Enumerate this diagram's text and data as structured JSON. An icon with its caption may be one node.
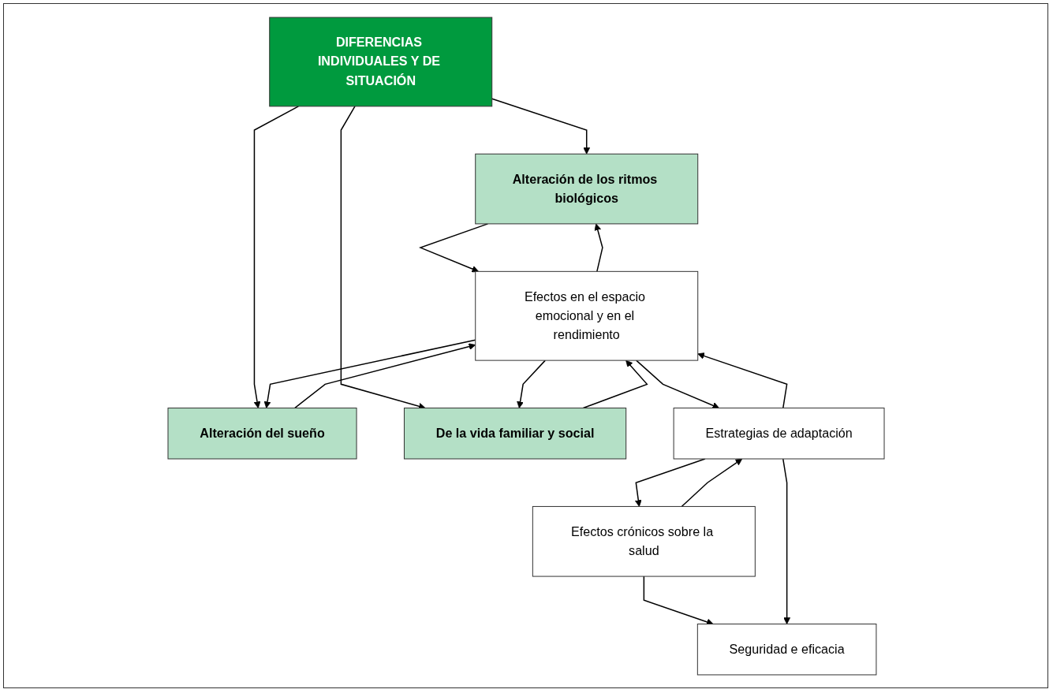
{
  "diagram": {
    "nodes": [
      {
        "text": [
          "DIFERENCIAS INDIVIDUALES Y DE SITUACIÓN"
        ]
      },
      {
        "text": [
          "Alteración de los ritmos biológicos"
        ]
      },
      {
        "text": [
          "Alteración del sueño"
        ]
      },
      {
        "text": [
          "De la vida familiar y social"
        ]
      },
      {
        "text": [
          "Efectos en el espacio emocional y en el rendimiento"
        ]
      },
      {
        "text": [
          "Estrategias de adaptación"
        ]
      },
      {
        "text": [
          "Efectos crónicos sobre la salud"
        ]
      },
      {
        "text": [
          "Seguridad e eficacia"
        ]
      }
    ],
    "edges": [
      {
        "from": 0,
        "to": 1,
        "arrow": "to"
      },
      {
        "from": 0,
        "to": 2,
        "arrow": "to"
      },
      {
        "from": 0,
        "to": 3,
        "arrow": "to"
      },
      {
        "from": 1,
        "to": 4,
        "arrow": "to"
      },
      {
        "from": 4,
        "to": 1,
        "arrow": "to"
      },
      {
        "from": 2,
        "to": 4,
        "arrow": "to"
      },
      {
        "from": 4,
        "to": 2,
        "arrow": "to"
      },
      {
        "from": 3,
        "to": 4,
        "arrow": "to"
      },
      {
        "from": 4,
        "to": 3,
        "arrow": "to"
      },
      {
        "from": 4,
        "to": 5,
        "arrow": "to"
      },
      {
        "from": 5,
        "to": 4,
        "arrow": "to"
      },
      {
        "from": 5,
        "to": 6,
        "arrow": "to"
      },
      {
        "from": 6,
        "to": 5,
        "arrow": "to"
      },
      {
        "from": 6,
        "to": 7,
        "arrow": "to"
      },
      {
        "from": 5,
        "to": 7,
        "arrow": "to"
      }
    ]
  }
}
